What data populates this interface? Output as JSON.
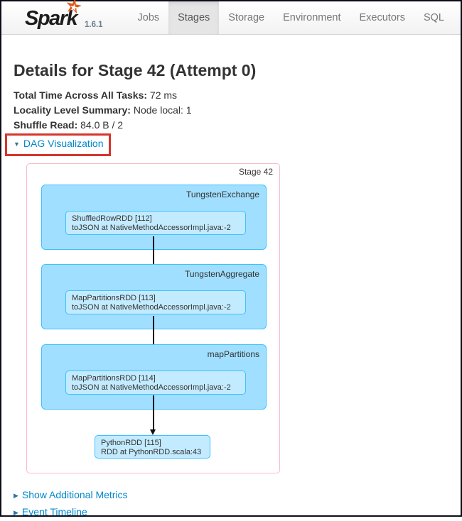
{
  "navbar": {
    "logo_text": "Spark",
    "version": "1.6.1",
    "tabs": [
      {
        "label": "Jobs",
        "active": false
      },
      {
        "label": "Stages",
        "active": true
      },
      {
        "label": "Storage",
        "active": false
      },
      {
        "label": "Environment",
        "active": false
      },
      {
        "label": "Executors",
        "active": false
      },
      {
        "label": "SQL",
        "active": false
      }
    ]
  },
  "page": {
    "title": "Details for Stage 42 (Attempt 0)",
    "stats": [
      {
        "label": "Total Time Across All Tasks:",
        "value": "72 ms"
      },
      {
        "label": "Locality Level Summary:",
        "value": "Node local: 1"
      },
      {
        "label": "Shuffle Read:",
        "value": "84.0 B / 2"
      }
    ],
    "dag_toggle_label": "DAG Visualization",
    "footer_links": {
      "metrics": "Show Additional Metrics",
      "timeline": "Event Timeline"
    }
  },
  "dag": {
    "stage_label": "Stage 42",
    "operators": [
      {
        "name": "TungstenExchange",
        "node": {
          "title": "ShuffledRowRDD [112]",
          "callsite": "toJSON at NativeMethodAccessorImpl.java:-2"
        }
      },
      {
        "name": "TungstenAggregate",
        "node": {
          "title": "MapPartitionsRDD [113]",
          "callsite": "toJSON at NativeMethodAccessorImpl.java:-2"
        }
      },
      {
        "name": "mapPartitions",
        "node": {
          "title": "MapPartitionsRDD [114]",
          "callsite": "toJSON at NativeMethodAccessorImpl.java:-2"
        }
      }
    ],
    "final_node": {
      "title": "PythonRDD [115]",
      "callsite": "RDD at PythonRDD.scala:43"
    }
  },
  "icons": {
    "star": "★",
    "caret_down": "▼",
    "caret_right": "▶"
  },
  "colors": {
    "link_blue": "#0088cc",
    "annotation_red": "#d5352b",
    "stage_border_pink": "#f7bac5",
    "operator_fill": "#a0dfff",
    "operator_border": "#3ec0ff",
    "node_fill": "#c3ebff",
    "spark_orange": "#e25a1c"
  }
}
